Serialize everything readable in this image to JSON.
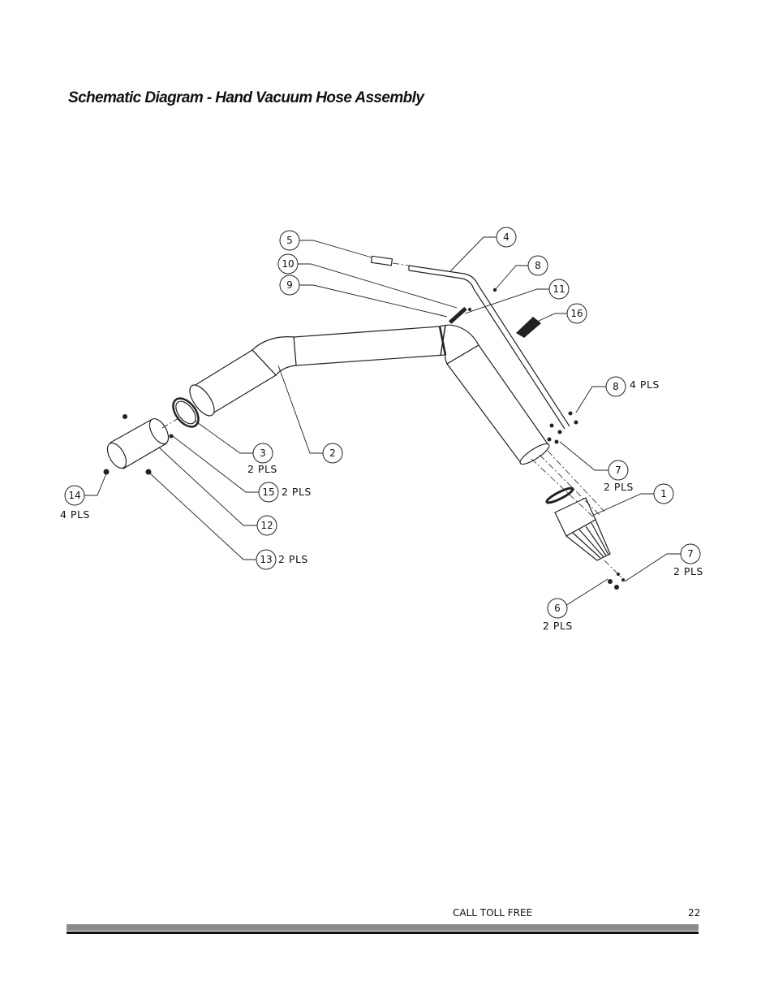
{
  "page": {
    "title": "Schematic Diagram - Hand Vacuum Hose Assembly"
  },
  "diagram": {
    "callouts": [
      {
        "number": "5",
        "qty": ""
      },
      {
        "number": "10",
        "qty": ""
      },
      {
        "number": "9",
        "qty": ""
      },
      {
        "number": "4",
        "qty": ""
      },
      {
        "number": "8",
        "qty": ""
      },
      {
        "number": "11",
        "qty": ""
      },
      {
        "number": "16",
        "qty": ""
      },
      {
        "number": "8",
        "qty": "4 PLS"
      },
      {
        "number": "7",
        "qty": "2 PLS"
      },
      {
        "number": "1",
        "qty": ""
      },
      {
        "number": "7",
        "qty": "2 PLS"
      },
      {
        "number": "6",
        "qty": "2 PLS"
      },
      {
        "number": "3",
        "qty": "2 PLS"
      },
      {
        "number": "2",
        "qty": ""
      },
      {
        "number": "15",
        "qty": "2 PLS"
      },
      {
        "number": "12",
        "qty": ""
      },
      {
        "number": "13",
        "qty": "2 PLS"
      },
      {
        "number": "14",
        "qty": "4 PLS"
      }
    ]
  },
  "footer": {
    "call_label": "CALL TOLL FREE",
    "page_number": "22"
  }
}
